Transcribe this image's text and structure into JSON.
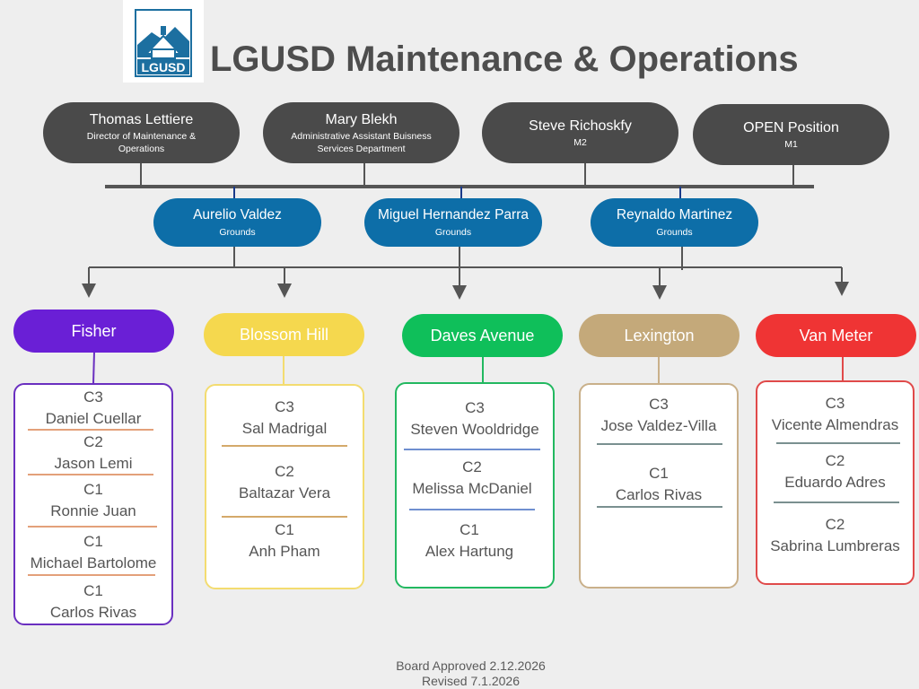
{
  "header": {
    "logo_text": "LGUSD",
    "title": "LGUSD Maintenance & Operations"
  },
  "leadership": [
    {
      "name": "Thomas Lettiere",
      "role": "Director of Maintenance & Operations"
    },
    {
      "name": "Mary Blekh",
      "role": "Administrative Assistant Buisness Services Department"
    },
    {
      "name": "Steve Richoskfy",
      "role": "M2"
    },
    {
      "name": "OPEN Position",
      "role": "M1"
    }
  ],
  "grounds": [
    {
      "name": "Aurelio Valdez",
      "role": "Grounds"
    },
    {
      "name": "Miguel Hernandez Parra",
      "role": "Grounds"
    },
    {
      "name": "Reynaldo Martinez",
      "role": "Grounds"
    }
  ],
  "schools": [
    {
      "name": "Fisher",
      "color": "#6a1fd6",
      "border": "#6a2fc0",
      "rule": "#e3a07a",
      "staff": [
        {
          "level": "C3",
          "name": "Daniel Cuellar"
        },
        {
          "level": "C2",
          "name": "Jason Lemi"
        },
        {
          "level": "C1",
          "name": "Ronnie Juan"
        },
        {
          "level": "C1",
          "name": "Michael Bartolome"
        },
        {
          "level": "C1",
          "name": "Carlos Rivas"
        }
      ]
    },
    {
      "name": "Blossom Hill",
      "color": "#f5d84e",
      "border": "#f3dc70",
      "rule": "#d4a96a",
      "staff": [
        {
          "level": "C3",
          "name": "Sal Madrigal"
        },
        {
          "level": "C2",
          "name": "Baltazar Vera"
        },
        {
          "level": "C1",
          "name": "Anh Pham"
        }
      ]
    },
    {
      "name": "Daves Avenue",
      "color": "#0fbf5a",
      "border": "#22b860",
      "rule": "#6f8fd0",
      "staff": [
        {
          "level": "C3",
          "name": "Steven Wooldridge"
        },
        {
          "level": "C2",
          "name": "Melissa McDaniel"
        },
        {
          "level": "C1",
          "name": "Alex Hartung"
        }
      ]
    },
    {
      "name": "Lexington",
      "color": "#c4a97a",
      "border": "#c9b08a",
      "rule": "#7a9090",
      "staff": [
        {
          "level": "C3",
          "name": "Jose Valdez-Villa"
        },
        {
          "level": "C1",
          "name": "Carlos Rivas"
        }
      ]
    },
    {
      "name": "Van Meter",
      "color": "#ef3434",
      "border": "#e04a4a",
      "rule": "#7a9090",
      "staff": [
        {
          "level": "C3",
          "name": "Vicente Almendras"
        },
        {
          "level": "C2",
          "name": "Eduardo Adres"
        },
        {
          "level": "C2",
          "name": "Sabrina Lumbreras"
        }
      ]
    }
  ],
  "footer": {
    "approved": "Board Approved 2.12.2026",
    "revised": "Revised 7.1.2026"
  }
}
